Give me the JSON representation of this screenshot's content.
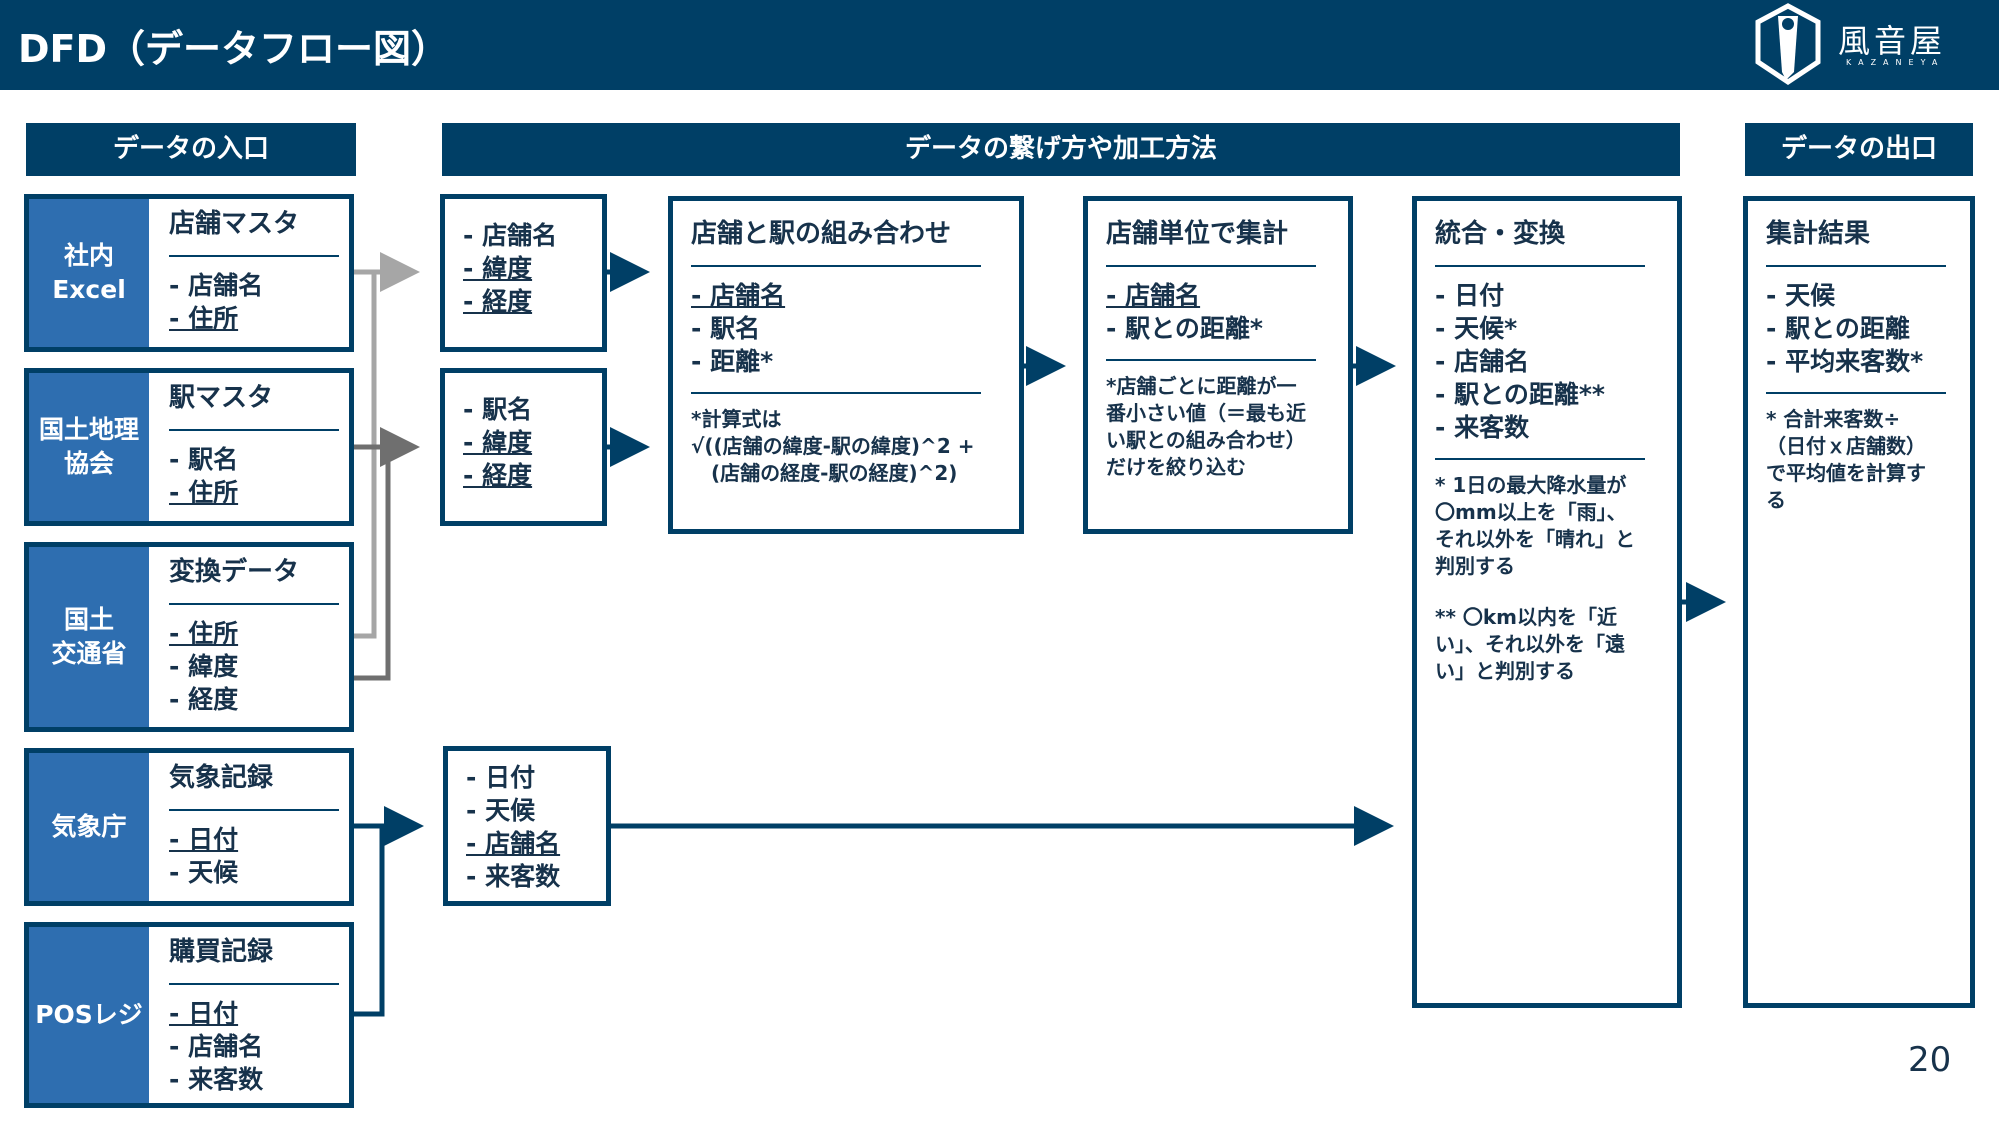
{
  "header": {
    "title": "DFD（データフロー図）"
  },
  "logo": {
    "text": "風音屋",
    "subtitle": "KAZANEYA"
  },
  "banners": {
    "input": "データの入口",
    "process": "データの繋げ方や加工方法",
    "output": "データの出口"
  },
  "sources": [
    {
      "label": "社内\nExcel",
      "title": "店舗マスタ",
      "items": [
        "- 店舗名",
        "- 住所"
      ]
    },
    {
      "label": "国土地理\n協会",
      "title": "駅マスタ",
      "items": [
        "- 駅名",
        "- 住所"
      ]
    },
    {
      "label": "国土\n交通省",
      "title": "変換データ",
      "items": [
        "- 住所",
        "- 緯度",
        "- 経度"
      ]
    },
    {
      "label": "気象庁",
      "title": "気象記録",
      "items": [
        "- 日付",
        "- 天候"
      ]
    },
    {
      "label": "POSレジ",
      "title": "購買記録",
      "items": [
        "- 日付",
        "- 店舗名",
        "- 来客数"
      ]
    }
  ],
  "intermediate": [
    {
      "items": [
        "- 店舗名",
        "- 緯度",
        "- 経度"
      ]
    },
    {
      "items": [
        "- 駅名",
        "- 緯度",
        "- 経度"
      ]
    },
    {
      "items": [
        "- 日付",
        "- 天候",
        "- 店舗名",
        "- 来客数"
      ]
    }
  ],
  "combine": {
    "title": "店舗と駅の組み合わせ",
    "items": [
      "- 店舗名",
      "- 駅名",
      "- 距離*"
    ],
    "note": "*計算式は\n√((店舗の緯度-駅の緯度)^2 +\n　(店舗の経度-駅の経度)^2)"
  },
  "aggregate": {
    "title": "店舗単位で集計",
    "items": [
      "- 店舗名",
      "- 駅との距離*"
    ],
    "note": "*店舗ごとに距離が一\n番小さい値（＝最も近\nい駅との組み合わせ）\nだけを絞り込む"
  },
  "integrate": {
    "title": "統合・変換",
    "items": [
      "- 日付",
      "- 天候*",
      "- 店舗名",
      "- 駅との距離**",
      "- 来客数"
    ],
    "note1": "* 1日の最大降水量が\n〇mm以上を「雨」、\nそれ以外を「晴れ」と\n判別する",
    "note2": "** 〇km以内を「近\nい」、それ以外を「遠\nい」と判別する"
  },
  "result": {
    "title": "集計結果",
    "items": [
      "- 天候",
      "- 駅との距離",
      "- 平均来客数*"
    ],
    "note": "* 合計来客数÷\n（日付ｘ店舗数）\nで平均値を計算す\nる"
  },
  "page_number": "20",
  "colors": {
    "navy": "#003f66",
    "blue": "#2e6eb0",
    "gray_arrow": "#a6a6a6",
    "dark_gray_arrow": "#6f6f6f"
  }
}
